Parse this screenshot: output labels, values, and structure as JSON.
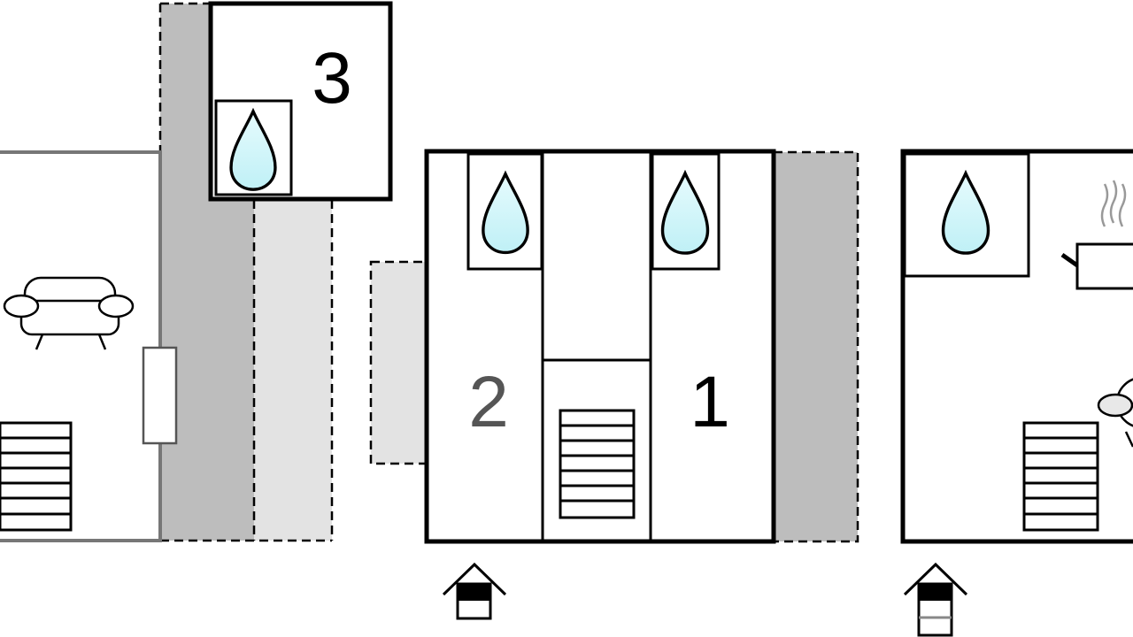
{
  "plan": {
    "room_labels": {
      "room_3": "3",
      "room_2": "2",
      "room_1": "1"
    },
    "icons": {
      "water": "water-drop-icon",
      "sofa": "sofa-icon",
      "kitchen": "kitchen-stove-icon",
      "entrance": "entrance-house-icon",
      "stairs": "stairs-icon"
    },
    "colors": {
      "wall": "#000000",
      "grey_wall": "#777777",
      "terrace_dark": "#bdbdbd",
      "terrace_light": "#e3e3e3",
      "water_fill": "#d4f6fa"
    }
  }
}
